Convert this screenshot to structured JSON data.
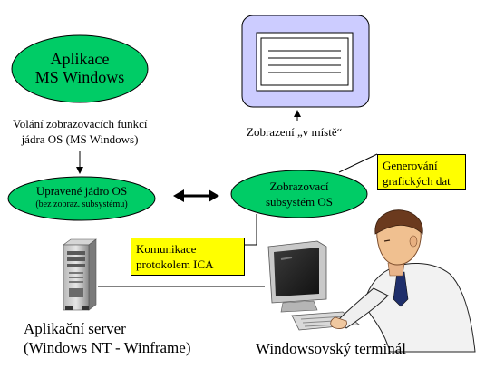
{
  "app_ellipse": {
    "line1": "Aplikace",
    "line2": "MS Windows"
  },
  "call_text": {
    "line1": "Volání zobrazovacích funkcí",
    "line2": "jádra OS (MS Windows)"
  },
  "kernel_ellipse": {
    "line1": "Upravené jádro OS",
    "line2": "(bez zobraz. subsystému)"
  },
  "subsystem_ellipse": {
    "line1": "Zobrazovací",
    "line2": "subsystém OS"
  },
  "local_display_text": "Zobrazení „v místě“",
  "graphics_note": {
    "line1": "Generování",
    "line2": "grafických dat"
  },
  "ica_note": {
    "line1": "Komunikace",
    "line2": "protokolem ICA"
  },
  "server_caption": {
    "line1": "Aplikační server",
    "line2": "(Windows NT - Winframe)"
  },
  "terminal_caption": "Windowsovský terminál",
  "colors": {
    "ellipse_fill": "#00cc66",
    "note_fill": "#ffff00",
    "monitor_fill": "#ccccff"
  }
}
